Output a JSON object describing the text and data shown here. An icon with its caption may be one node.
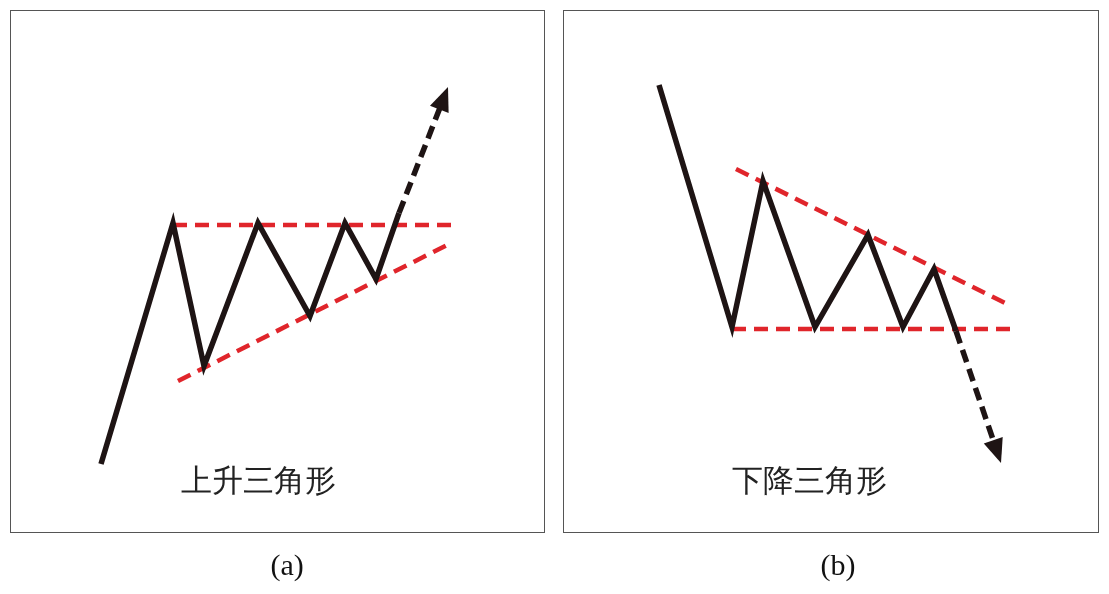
{
  "diagram": {
    "nodes": [
      {
        "text": [
          "上升三角形"
        ],
        "beside": [
          "(a)"
        ]
      },
      {
        "text": [
          "下降三角形"
        ],
        "beside": [
          "(b)"
        ]
      }
    ]
  }
}
